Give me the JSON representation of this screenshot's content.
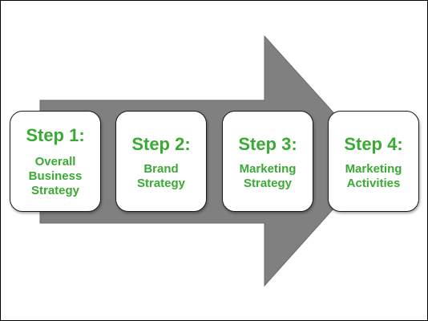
{
  "colors": {
    "arrow": "#808080",
    "step_text": "#3aaa35",
    "box_border": "#1a1a1a",
    "box_fill": "#ffffff"
  },
  "steps": [
    {
      "title": "Step 1:",
      "description": "Overall\nBusiness\nStrategy"
    },
    {
      "title": "Step 2:",
      "description": "Brand\nStrategy"
    },
    {
      "title": "Step 3:",
      "description": "Marketing\nStrategy"
    },
    {
      "title": "Step 4:",
      "description": "Marketing\nActivities"
    }
  ]
}
